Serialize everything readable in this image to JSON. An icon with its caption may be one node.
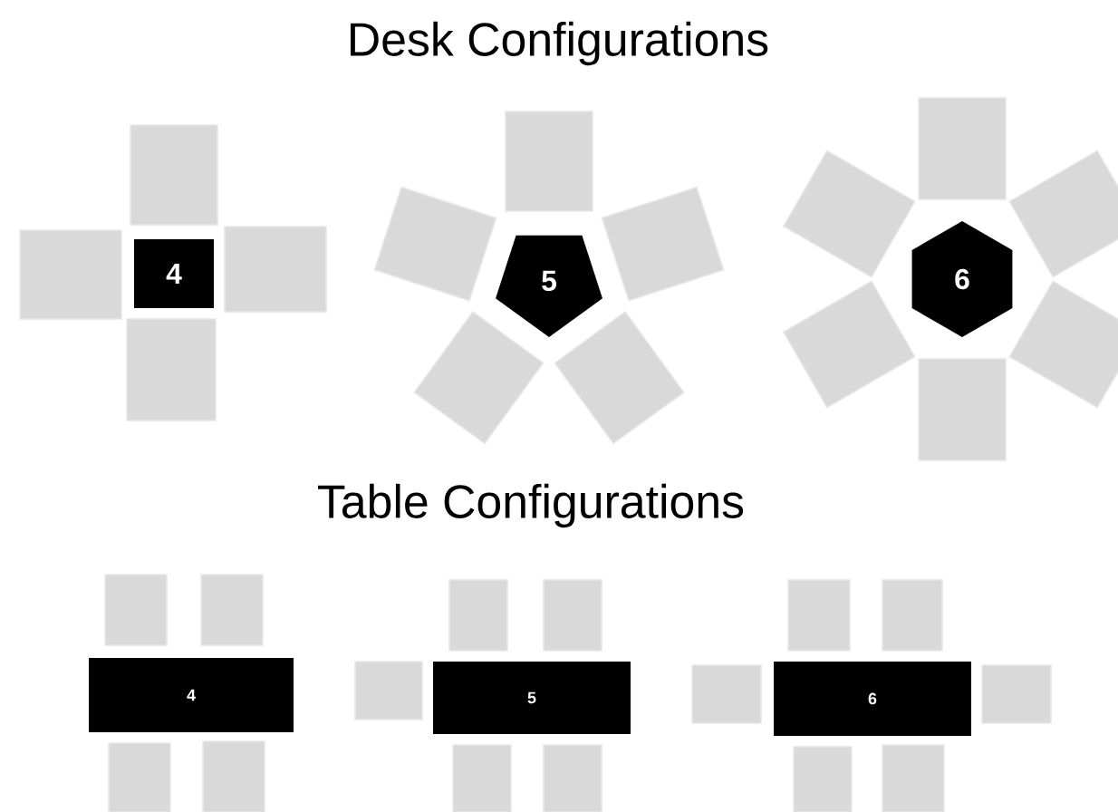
{
  "diagram": {
    "title": "Desk Configurations",
    "nodes": [
      {
        "text": [
          "4"
        ]
      },
      {
        "text": [
          "5"
        ]
      },
      {
        "text": [
          "6"
        ]
      },
      {
        "text": [
          "4"
        ]
      },
      {
        "text": [
          "5"
        ]
      },
      {
        "text": [
          "6"
        ]
      }
    ],
    "labels": [
      "Table Configurations"
    ]
  }
}
